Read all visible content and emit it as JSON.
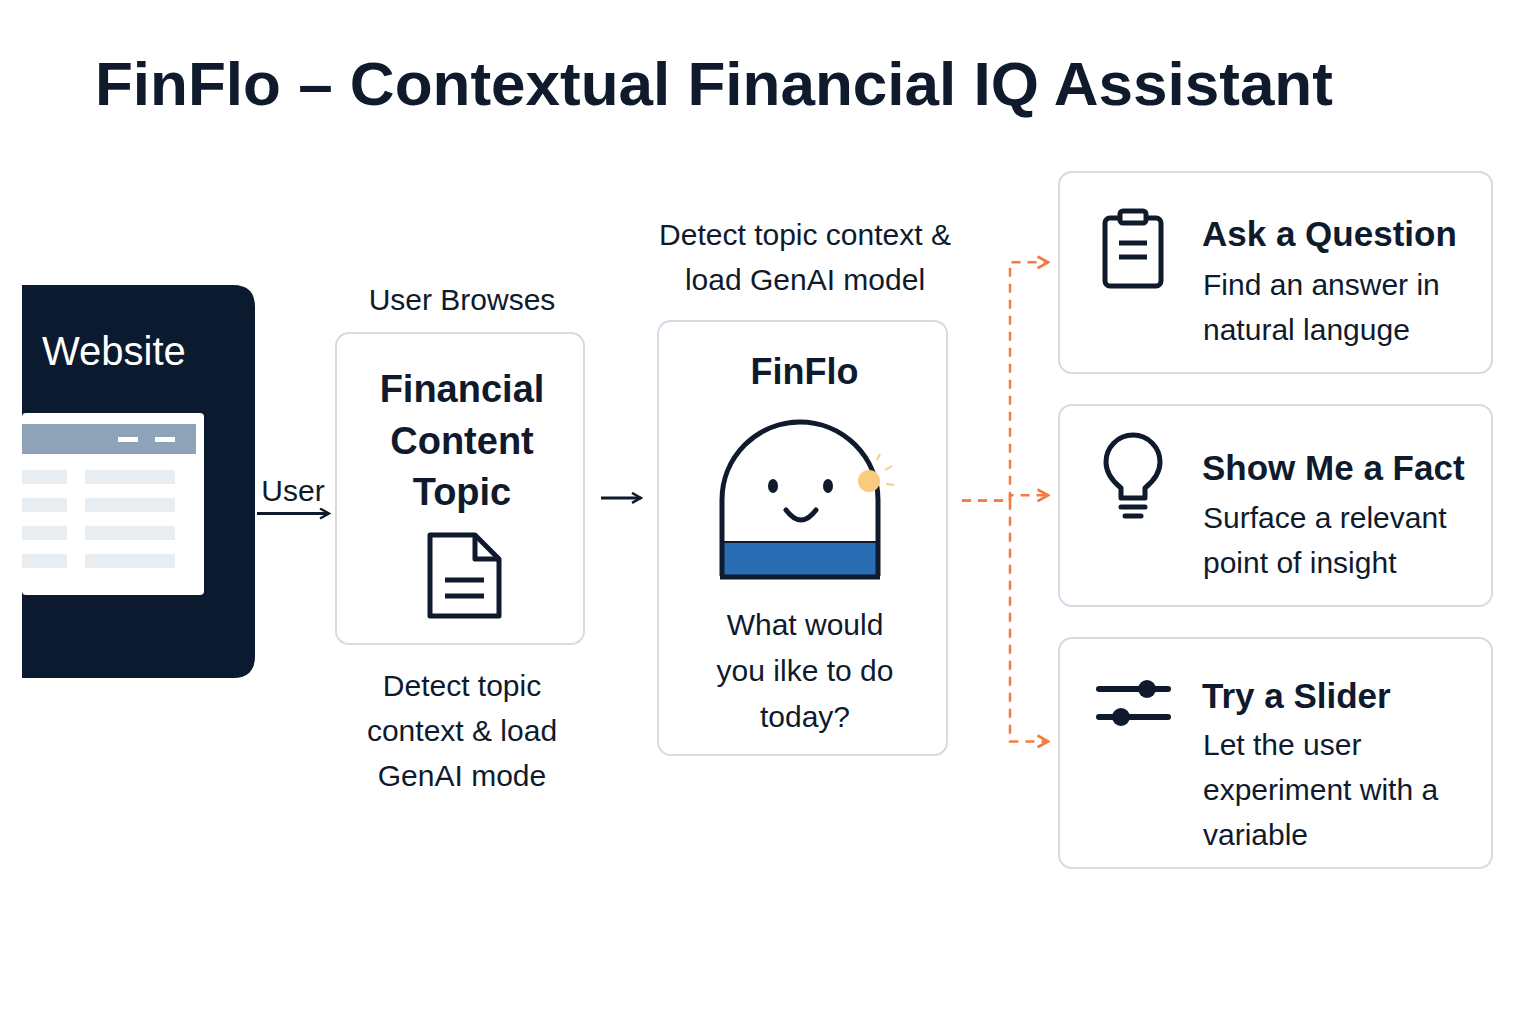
{
  "diagram": {
    "title": "FinFlo – Contextual Financial IQ Assistant",
    "nodes": [
      {
        "text": [
          "Website"
        ]
      },
      {
        "text": [
          "User Browses",
          "Financial Content Topic",
          "Detect topic context & load GenAI mode"
        ]
      },
      {
        "text": [
          "Detect topic context & load GenAI model",
          "FinFlo",
          "What would you ilke to do today?"
        ]
      },
      {
        "text": [
          "Ask a Question",
          "Find an answer in natural languge"
        ]
      },
      {
        "text": [
          "Show Me a Fact",
          "Surface a relevant point of insight"
        ]
      },
      {
        "text": [
          "Try a Slider",
          "Let the user experiment with a variable"
        ]
      }
    ],
    "edges": [
      {
        "from": 0,
        "to": 1,
        "arrow": "to",
        "label": "User"
      },
      {
        "from": 1,
        "to": 2,
        "arrow": "to"
      },
      {
        "from": 2,
        "to": 3,
        "arrow": "to"
      },
      {
        "from": 2,
        "to": 4,
        "arrow": "to"
      },
      {
        "from": 2,
        "to": 5,
        "arrow": "to"
      }
    ]
  }
}
